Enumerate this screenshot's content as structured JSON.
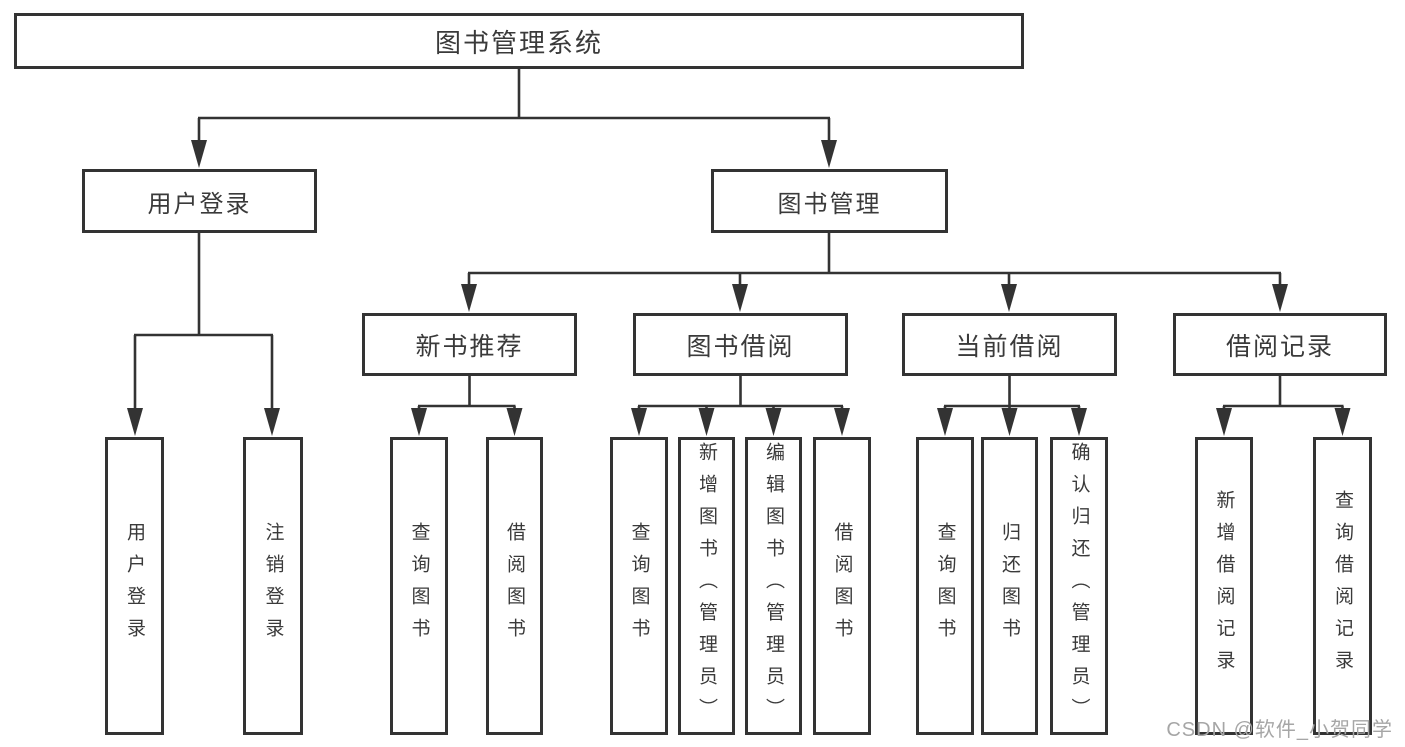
{
  "diagram": {
    "title": "图书管理系统",
    "root": {
      "label": "图书管理系统"
    },
    "branches": [
      {
        "label": "用户登录",
        "leaves": [
          "用户登录",
          "注销登录"
        ]
      },
      {
        "label": "图书管理",
        "groups": [
          {
            "label": "新书推荐",
            "leaves": [
              "查询图书",
              "借阅图书"
            ]
          },
          {
            "label": "图书借阅",
            "leaves": [
              "查询图书",
              "新增图书（管理员）",
              "编辑图书（管理员）",
              "借阅图书"
            ]
          },
          {
            "label": "当前借阅",
            "leaves": [
              "查询图书",
              "归还图书",
              "确认归还（管理员）"
            ]
          },
          {
            "label": "借阅记录",
            "leaves": [
              "新增借阅记录",
              "查询借阅记录"
            ]
          }
        ]
      }
    ]
  },
  "watermark": "CSDN @软件_小贺同学",
  "colors": {
    "line": "#333333",
    "text": "#3a3a3a",
    "watermark": "#a6a6a6",
    "background": "#ffffff"
  }
}
